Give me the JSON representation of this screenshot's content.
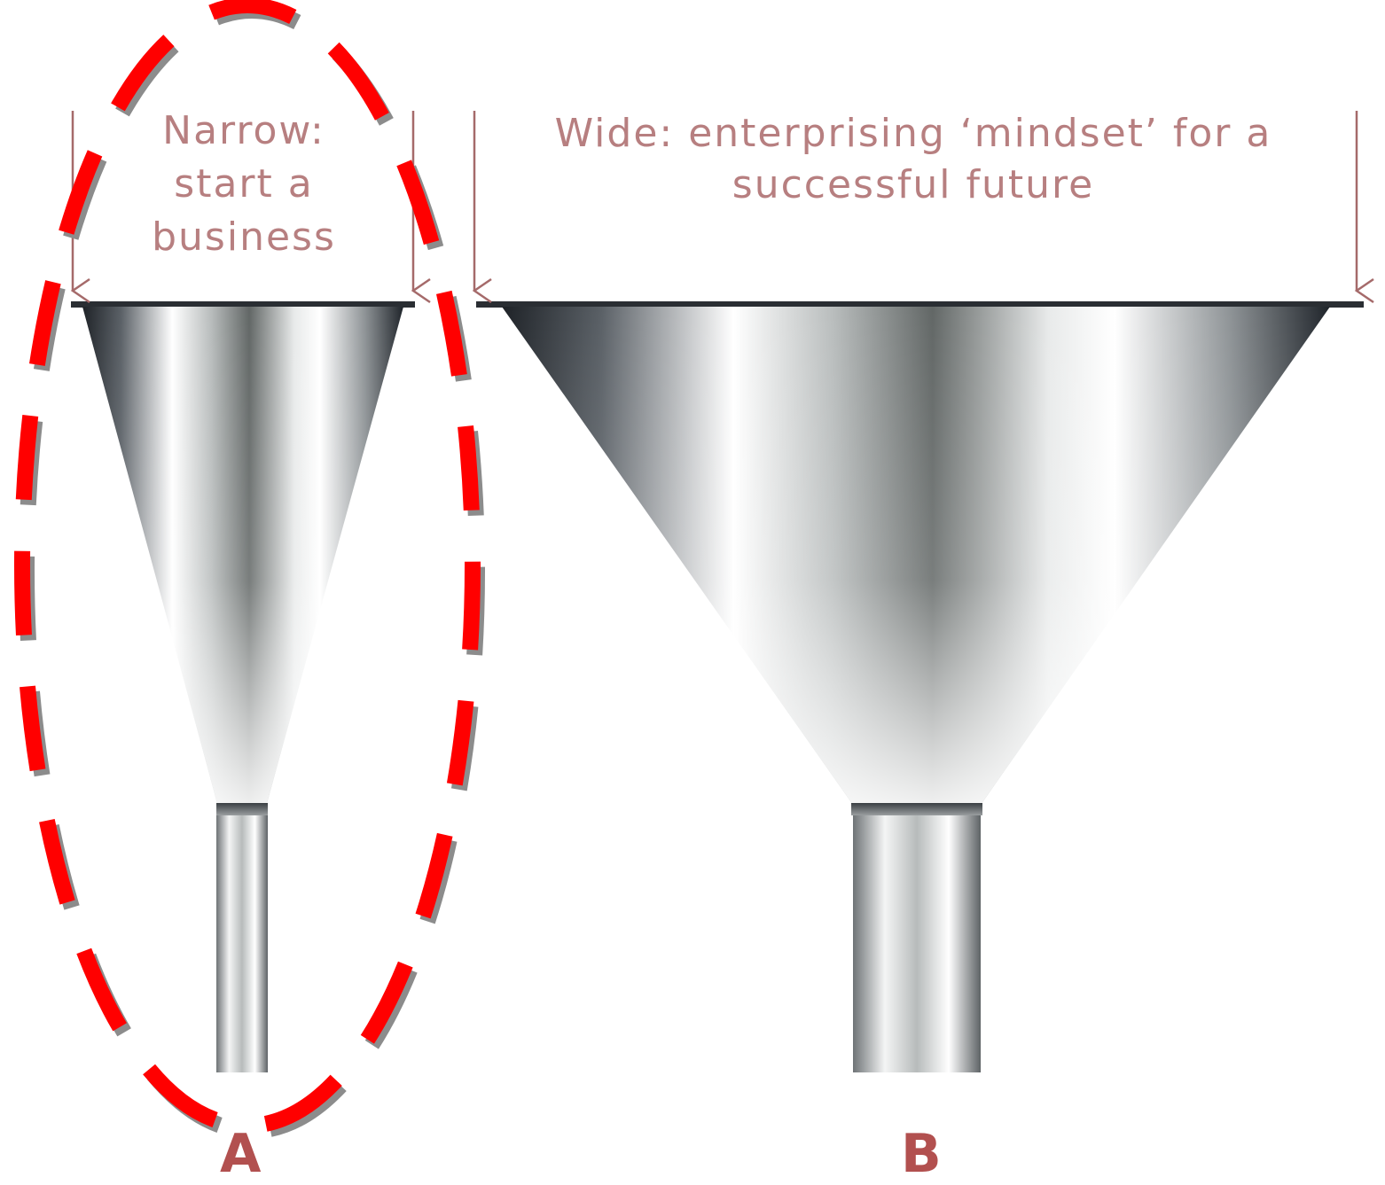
{
  "funnel_a": {
    "label": "Narrow:\nstart a\nbusiness",
    "letter": "A"
  },
  "funnel_b": {
    "label": "Wide: enterprising ‘mindset’ for a\nsuccessful future",
    "letter": "B"
  },
  "colors": {
    "label_text": "#b77f80",
    "letter_text": "#b2504f",
    "arrow": "#a56a6a",
    "highlight_ellipse": "#ff0000",
    "highlight_shadow": "#8c8c8c"
  }
}
